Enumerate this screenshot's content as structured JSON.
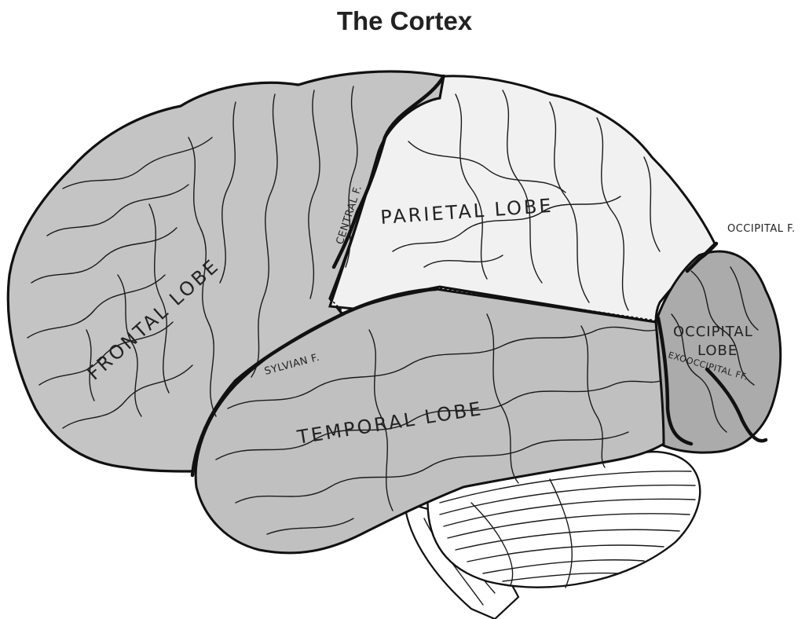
{
  "title": "The Cortex",
  "labels": {
    "frontal_lobe": "FRONTAL LOBE",
    "parietal_lobe": "PARIETAL LOBE",
    "temporal_lobe": "TEMPORAL LOBE",
    "occipital_lobe_line1": "OCCIPITAL",
    "occipital_lobe_line2": "LOBE",
    "central_f": "CENTRAL F.",
    "sylvian_f": "SYLVIAN F.",
    "occipital_f": "OCCIPITAL F.",
    "exooccipital_ff": "EXOOCCIPITAL FF."
  },
  "colors": {
    "frontal": "#c4c4c4",
    "parietal": "#f0f1f0",
    "temporal": "#c0c0c0",
    "occipital": "#ababab",
    "cerebellum": "#ffffff",
    "outline": "#111111"
  }
}
